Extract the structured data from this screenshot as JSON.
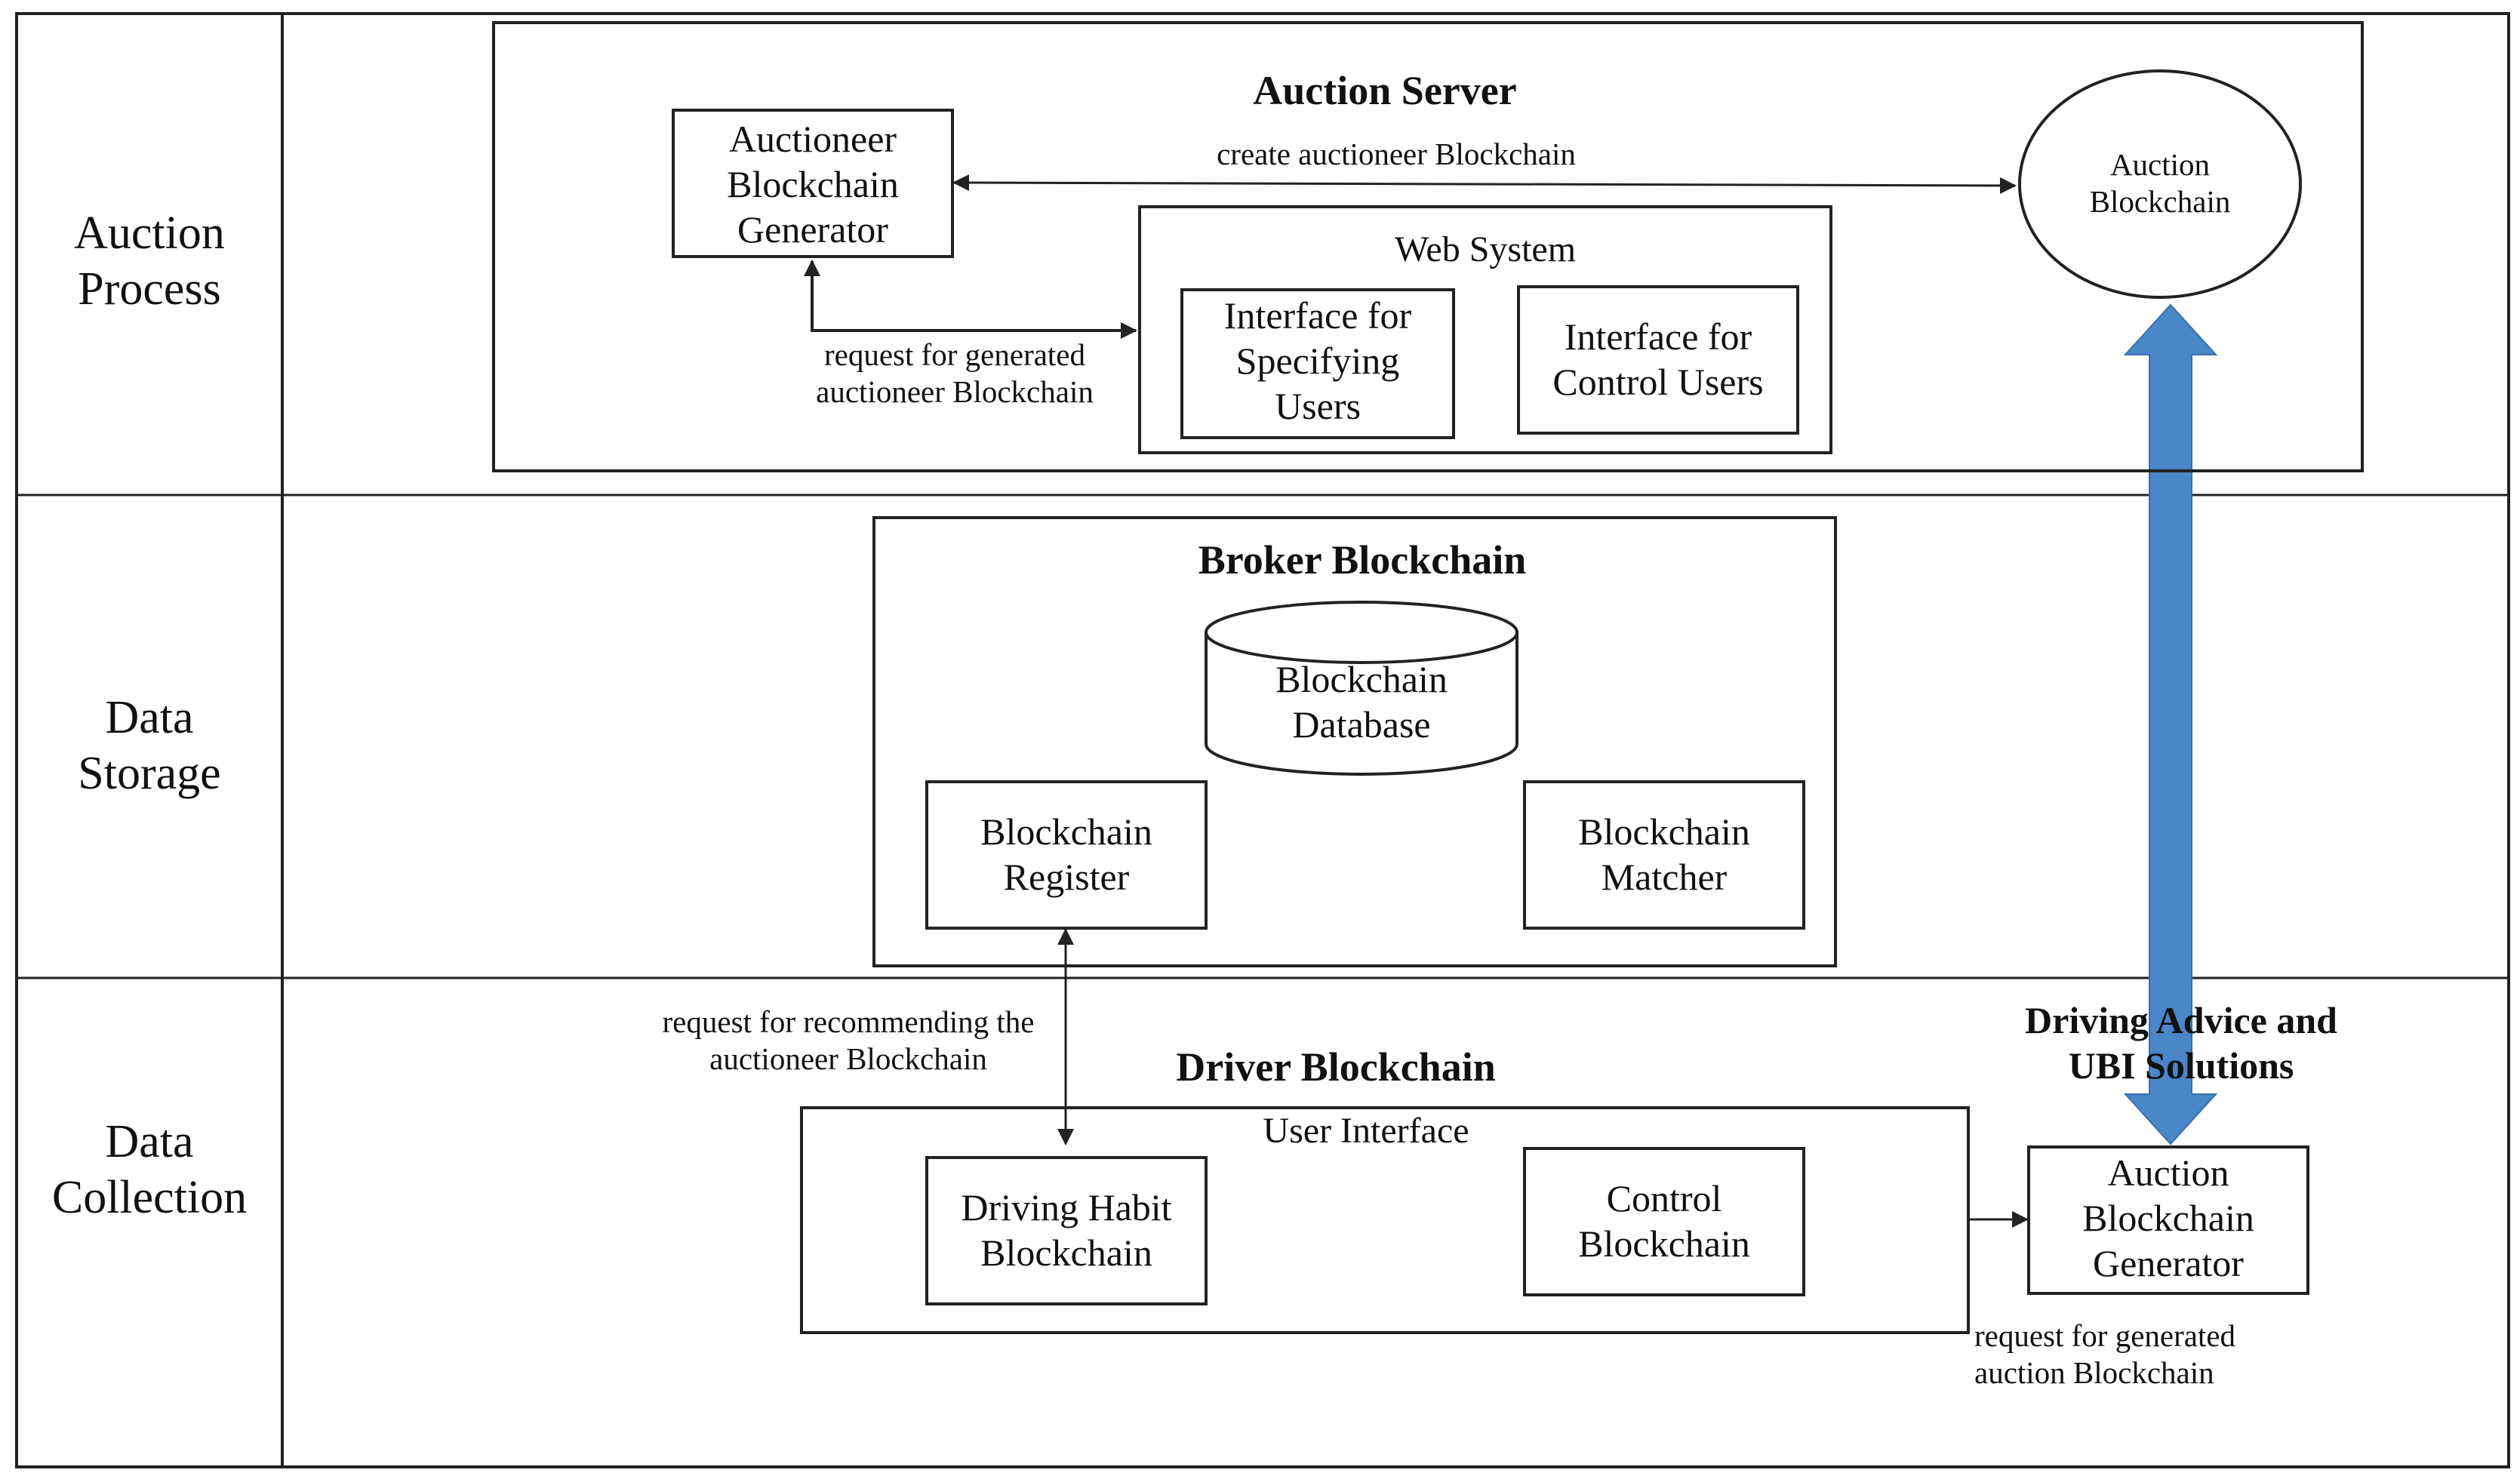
{
  "lanes": {
    "auction_process": "Auction\nProcess",
    "data_storage": "Data\nStorage",
    "data_collection": "Data\nCollection"
  },
  "auction_server": {
    "title": "Auction Server",
    "generator": "Auctioneer\nBlockchain\nGenerator",
    "create_arrow_label": "create auctioneer Blockchain",
    "request_label": "request for generated\nauctioneer Blockchain",
    "web_system": {
      "title": "Web System",
      "specifying_users": "Interface for\nSpecifying\nUsers",
      "control_users": "Interface for\nControl Users"
    },
    "auction_blockchain": "Auction\nBlockchain"
  },
  "broker": {
    "title": "Broker Blockchain",
    "database": "Blockchain\nDatabase",
    "register": "Blockchain\nRegister",
    "matcher": "Blockchain\nMatcher"
  },
  "driver": {
    "title": "Driver Blockchain",
    "recommend_label": "request for recommending the\nauctioneer Blockchain",
    "user_interface": "User Interface",
    "driving_habit": "Driving Habit\nBlockchain",
    "control": "Control\nBlockchain",
    "auction_generator": "Auction\nBlockchain\nGenerator",
    "request_generated_auction": "request for generated\nauction Blockchain",
    "advice_label": "Driving Advice and\nUBI Solutions"
  },
  "colors": {
    "big_arrow": "#4a86c8",
    "line": "#222222"
  }
}
